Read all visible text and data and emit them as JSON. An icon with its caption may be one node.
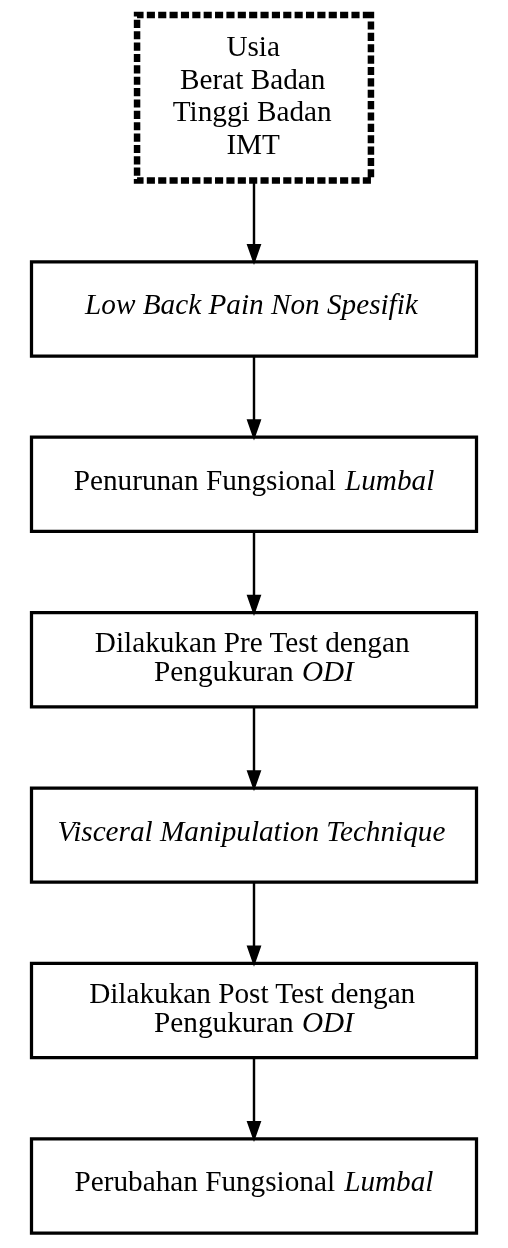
{
  "diagram": {
    "nodes": [
      {
        "text": [
          "Usia",
          "Berat Badan",
          "Tinggi Badan",
          "IMT"
        ]
      },
      {
        "text": [
          "Low Back Pain Non Spesifik"
        ]
      },
      {
        "text": [
          "Penurunan Fungsional *Lumbal*"
        ]
      },
      {
        "text": [
          "Dilakukan Pre Test dengan Pengukuran *ODI*"
        ]
      },
      {
        "text": [
          "Visceral Manipulation Technique"
        ]
      },
      {
        "text": [
          "Dilakukan Post Test dengan Pengukuran *ODI*"
        ]
      },
      {
        "text": [
          "Perubahan Fungsional *Lumbal*"
        ]
      }
    ],
    "edges": [
      {
        "from": 0,
        "to": 1,
        "arrow": "to"
      },
      {
        "from": 1,
        "to": 2,
        "arrow": "to"
      },
      {
        "from": 2,
        "to": 3,
        "arrow": "to"
      },
      {
        "from": 3,
        "to": 4,
        "arrow": "to"
      },
      {
        "from": 4,
        "to": 5,
        "arrow": "to"
      },
      {
        "from": 5,
        "to": 6,
        "arrow": "to"
      }
    ]
  }
}
